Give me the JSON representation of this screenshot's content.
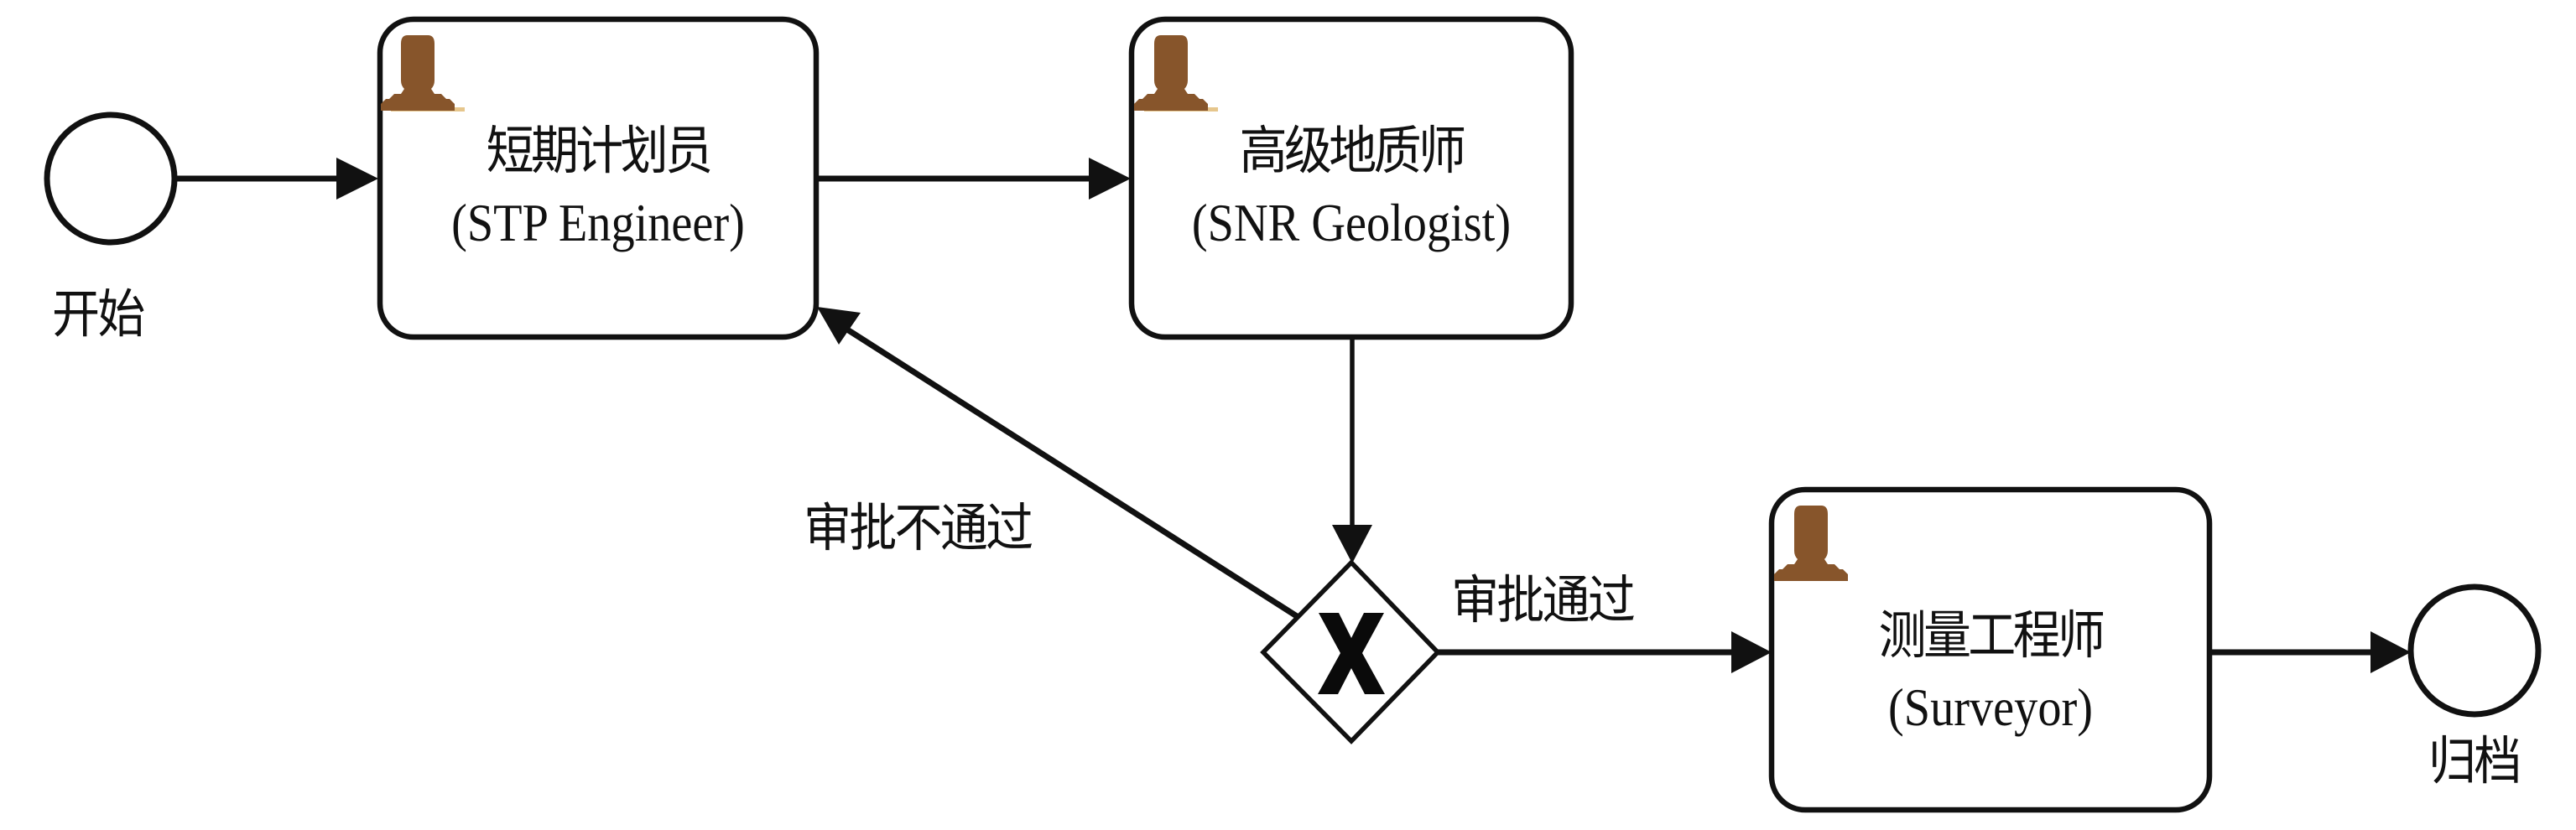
{
  "diagram": {
    "type": "BPMN process",
    "start_event": {
      "label": "开始"
    },
    "end_event": {
      "label": "归档"
    },
    "tasks": [
      {
        "id": "t1",
        "title_zh": "短期计划员",
        "title_en": "(STP Engineer)",
        "icon": "user-icon"
      },
      {
        "id": "t2",
        "title_zh": "高级地质师",
        "title_en": "(SNR Geologist)",
        "icon": "user-icon"
      },
      {
        "id": "t3",
        "title_zh": "测量工程师",
        "title_en": "(Surveyor)",
        "icon": "user-icon"
      }
    ],
    "gateway": {
      "type": "exclusive",
      "marker": "X"
    },
    "flows": [
      {
        "from": "start",
        "to": "t1",
        "label": ""
      },
      {
        "from": "t1",
        "to": "t2",
        "label": ""
      },
      {
        "from": "t2",
        "to": "gateway",
        "label": ""
      },
      {
        "from": "gateway",
        "to": "t1",
        "label": "审批不通过"
      },
      {
        "from": "gateway",
        "to": "t3",
        "label": "审批通过"
      },
      {
        "from": "t3",
        "to": "end",
        "label": ""
      }
    ],
    "colors": {
      "stroke": "#111111",
      "user_icon": "#87552b",
      "user_icon_base": "#e6c68c",
      "background": "#ffffff"
    }
  }
}
